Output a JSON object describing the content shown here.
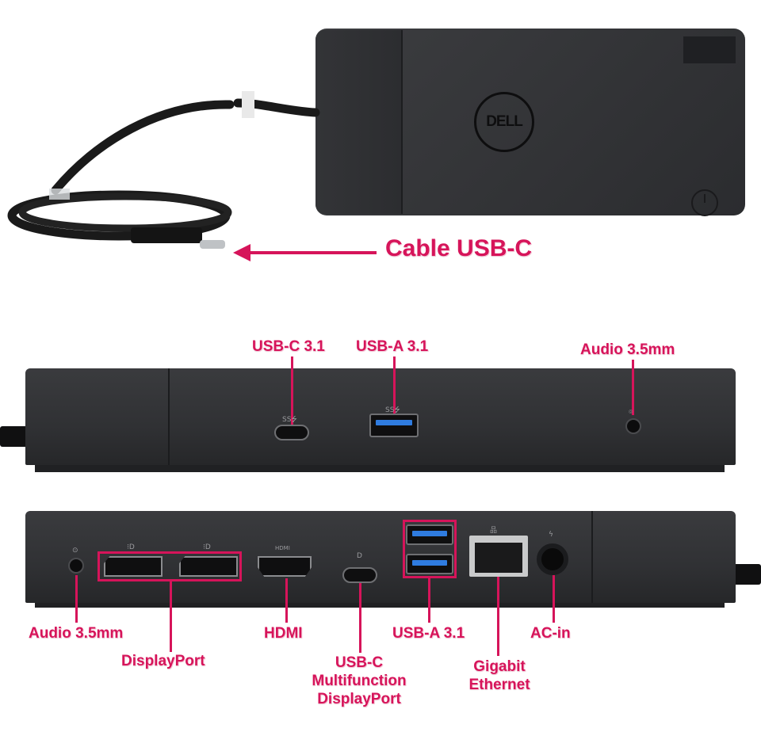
{
  "top_view": {
    "logo_text": "DELL",
    "cable_label": "Cable USB-C"
  },
  "front_view": {
    "labels": {
      "usb_c": "USB-C 3.1",
      "usb_a": "USB-A 3.1",
      "audio": "Audio 3.5mm"
    },
    "icons": {
      "usb_c_mark": "SS⭍",
      "usb_a_mark": "SS⭍",
      "audio_mark": "⌾"
    }
  },
  "rear_view": {
    "labels": {
      "audio": "Audio 3.5mm",
      "displayport": "DisplayPort",
      "hdmi": "HDMI",
      "usbc_line1": "USB-C",
      "usbc_line2": "Multifunction",
      "usbc_line3": "DisplayPort",
      "usb_a": "USB-A 3.1",
      "ethernet_line1": "Gigabit",
      "ethernet_line2": "Ethernet",
      "ac_in": "AC-in"
    },
    "icons": {
      "dp_mark": "⁝D",
      "hdmi_mark": "HDMI",
      "usbc_dp_mark": "D",
      "lan_mark": "品",
      "ac_mark": "ϟ",
      "audio_mark": "⊙"
    }
  },
  "colors": {
    "accent": "#d6145a",
    "dock_body": "#303134",
    "usb3_blue": "#2f7ce0",
    "background": "#ffffff"
  }
}
